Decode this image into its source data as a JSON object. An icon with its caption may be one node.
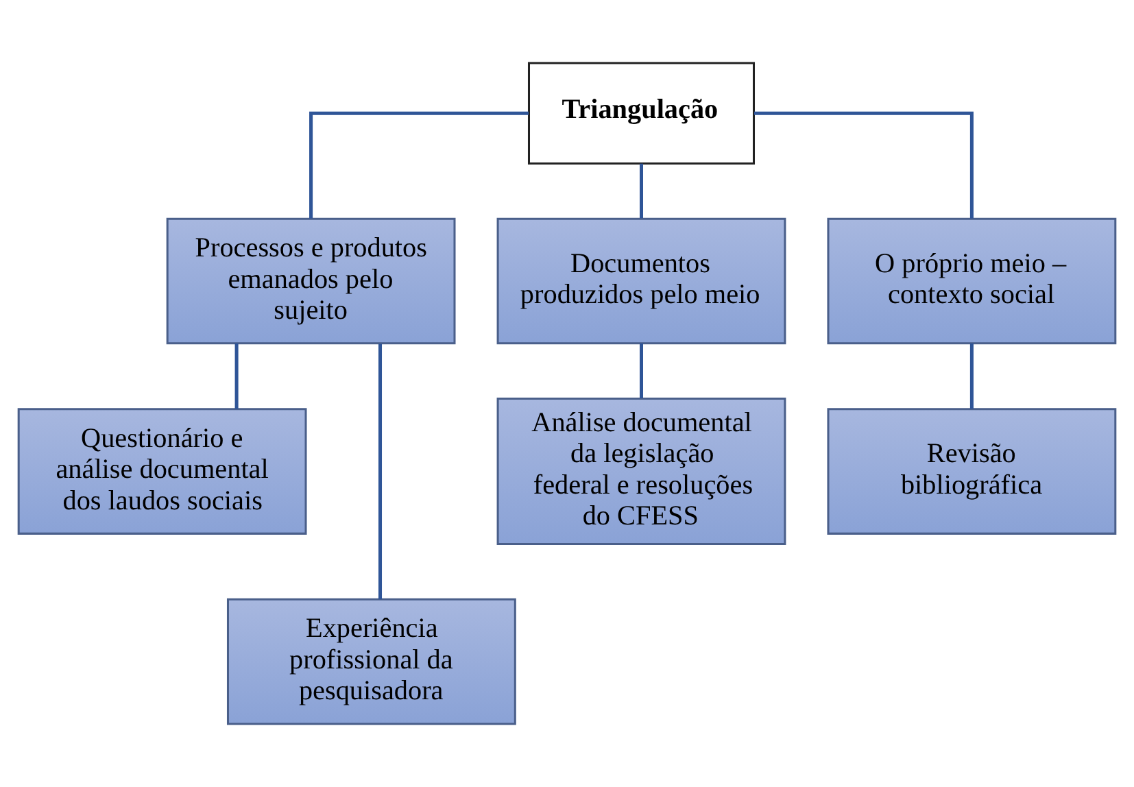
{
  "diagram": {
    "nodes": [
      {
        "text": [
          "Triangulação"
        ]
      },
      {
        "text": [
          "Processos e produtos emanados pelo sujeito"
        ]
      },
      {
        "text": [
          "Documentos produzidos pelo meio"
        ]
      },
      {
        "text": [
          "O próprio meio – contexto social"
        ]
      },
      {
        "text": [
          "Questionário e análise documental dos laudos sociais"
        ]
      },
      {
        "text": [
          "Experiência profissional da pesquisadora"
        ]
      },
      {
        "text": [
          "Análise documental da legislação federal e resoluções do CFESS"
        ]
      },
      {
        "text": [
          "Revisão bibliográfica"
        ]
      }
    ],
    "edges": [
      {
        "from": 0,
        "to": 1,
        "arrow": "none"
      },
      {
        "from": 0,
        "to": 2,
        "arrow": "none"
      },
      {
        "from": 0,
        "to": 3,
        "arrow": "none"
      },
      {
        "from": 1,
        "to": 4,
        "arrow": "none"
      },
      {
        "from": 1,
        "to": 5,
        "arrow": "none"
      },
      {
        "from": 2,
        "to": 6,
        "arrow": "none"
      },
      {
        "from": 3,
        "to": 7,
        "arrow": "none"
      }
    ]
  }
}
